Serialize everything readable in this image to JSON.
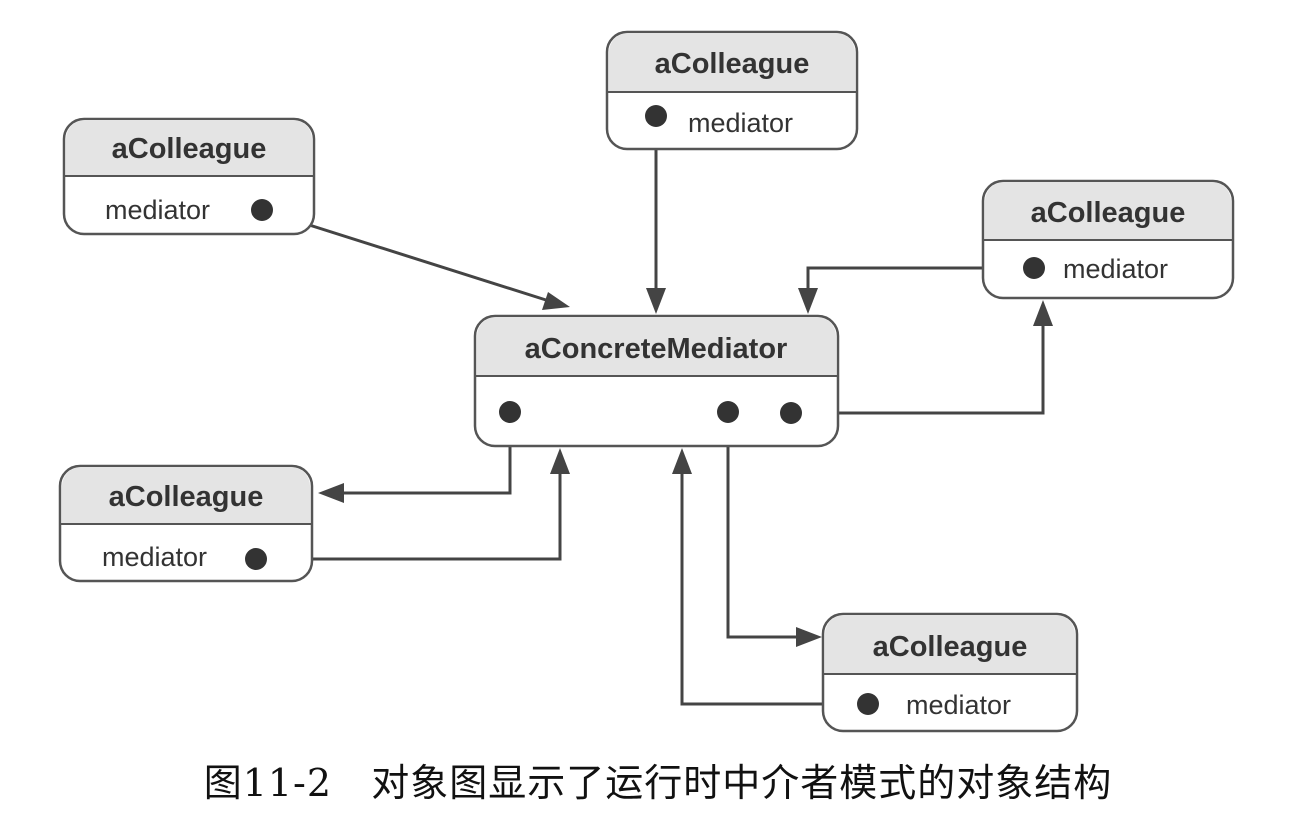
{
  "diagram": {
    "mediator": {
      "title": "aConcreteMediator"
    },
    "colleagues": [
      {
        "title": "aColleague",
        "field": "mediator"
      },
      {
        "title": "aColleague",
        "field": "mediator"
      },
      {
        "title": "aColleague",
        "field": "mediator"
      },
      {
        "title": "aColleague",
        "field": "mediator"
      },
      {
        "title": "aColleague",
        "field": "mediator"
      }
    ]
  },
  "caption": "图11-2   对象图显示了运行时中介者模式的对象结构"
}
